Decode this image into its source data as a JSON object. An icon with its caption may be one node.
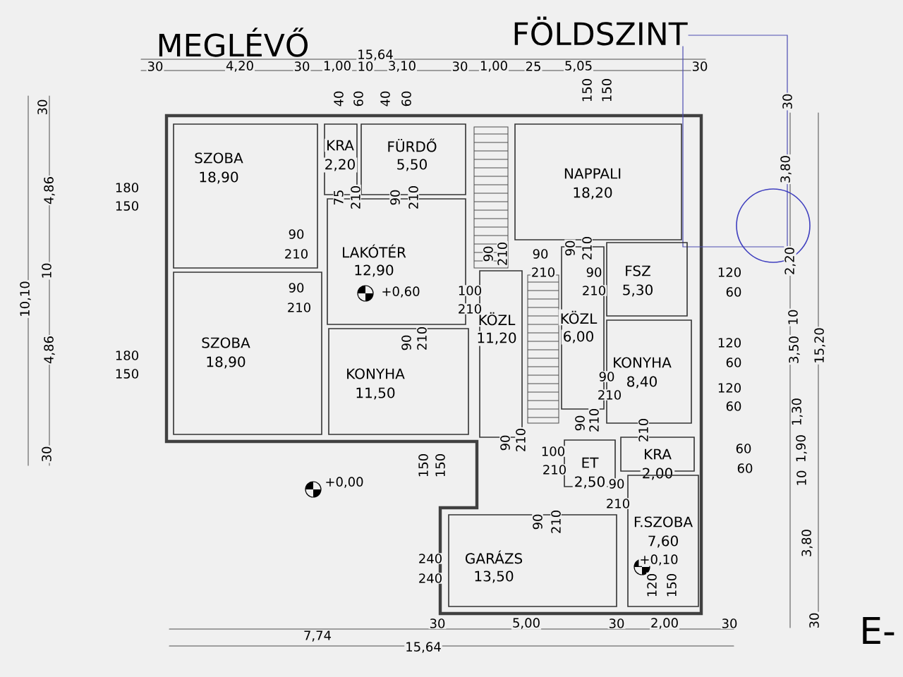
{
  "diagram": {
    "nodes": [
      {
        "text": [
          "SZOBA",
          "18,90"
        ]
      },
      {
        "text": [
          "KRA",
          "2,20"
        ]
      },
      {
        "text": [
          "FÜRDŐ",
          "5,50"
        ]
      },
      {
        "text": [
          "LAKÓTÉR",
          "12,90"
        ]
      },
      {
        "text": [
          "SZOBA",
          "18,90"
        ]
      },
      {
        "text": [
          "KONYHA",
          "11,50"
        ]
      },
      {
        "text": [
          "NAPPALI",
          "18,20"
        ]
      },
      {
        "text": [
          "KÖZL",
          "11,20"
        ]
      },
      {
        "text": [
          "KÖZL",
          "6,00"
        ]
      },
      {
        "text": [
          "FSZ",
          "5,30"
        ]
      },
      {
        "text": [
          "KONYHA",
          "8,40"
        ]
      },
      {
        "text": [
          "ET",
          "2,50"
        ]
      },
      {
        "text": [
          "KRA",
          "2,00"
        ]
      },
      {
        "text": [
          "F.SZOBA",
          "7,60"
        ]
      },
      {
        "text": [
          "GARÁZS",
          "13,50"
        ]
      }
    ],
    "labels": [
      "MEGLÉVŐ",
      "FÖLDSZINT",
      "15,64",
      "30",
      "4,20",
      "30",
      "1,00",
      "10",
      "3,10",
      "30",
      "1,00",
      "25",
      "5,05",
      "30",
      "40",
      "60",
      "40",
      "60",
      "150",
      "150",
      "30",
      "4,86",
      "10",
      "10,10",
      "4,86",
      "30",
      "180",
      "150",
      "90",
      "210",
      "75",
      "210",
      "90",
      "210",
      "90",
      "210",
      "+0,60",
      "100",
      "210",
      "90",
      "210",
      "90",
      "210",
      "90",
      "210",
      "90",
      "210",
      "120",
      "60",
      "180",
      "150",
      "90",
      "210",
      "120",
      "60",
      "120",
      "60",
      "90",
      "210",
      "60",
      "60",
      "90",
      "210",
      "100",
      "210",
      "90",
      "210",
      "210",
      "90",
      "210",
      "+0,00",
      "150",
      "150",
      "240",
      "240",
      "90",
      "210",
      "+0,10",
      "120",
      "150",
      "7,74",
      "30",
      "15,64",
      "5,00",
      "30",
      "2,00",
      "30",
      "30",
      "3,80",
      "2,20",
      "10",
      "3,50",
      "15,20",
      "1,30",
      "1,90",
      "10",
      "3,80",
      "30",
      "E-"
    ]
  }
}
